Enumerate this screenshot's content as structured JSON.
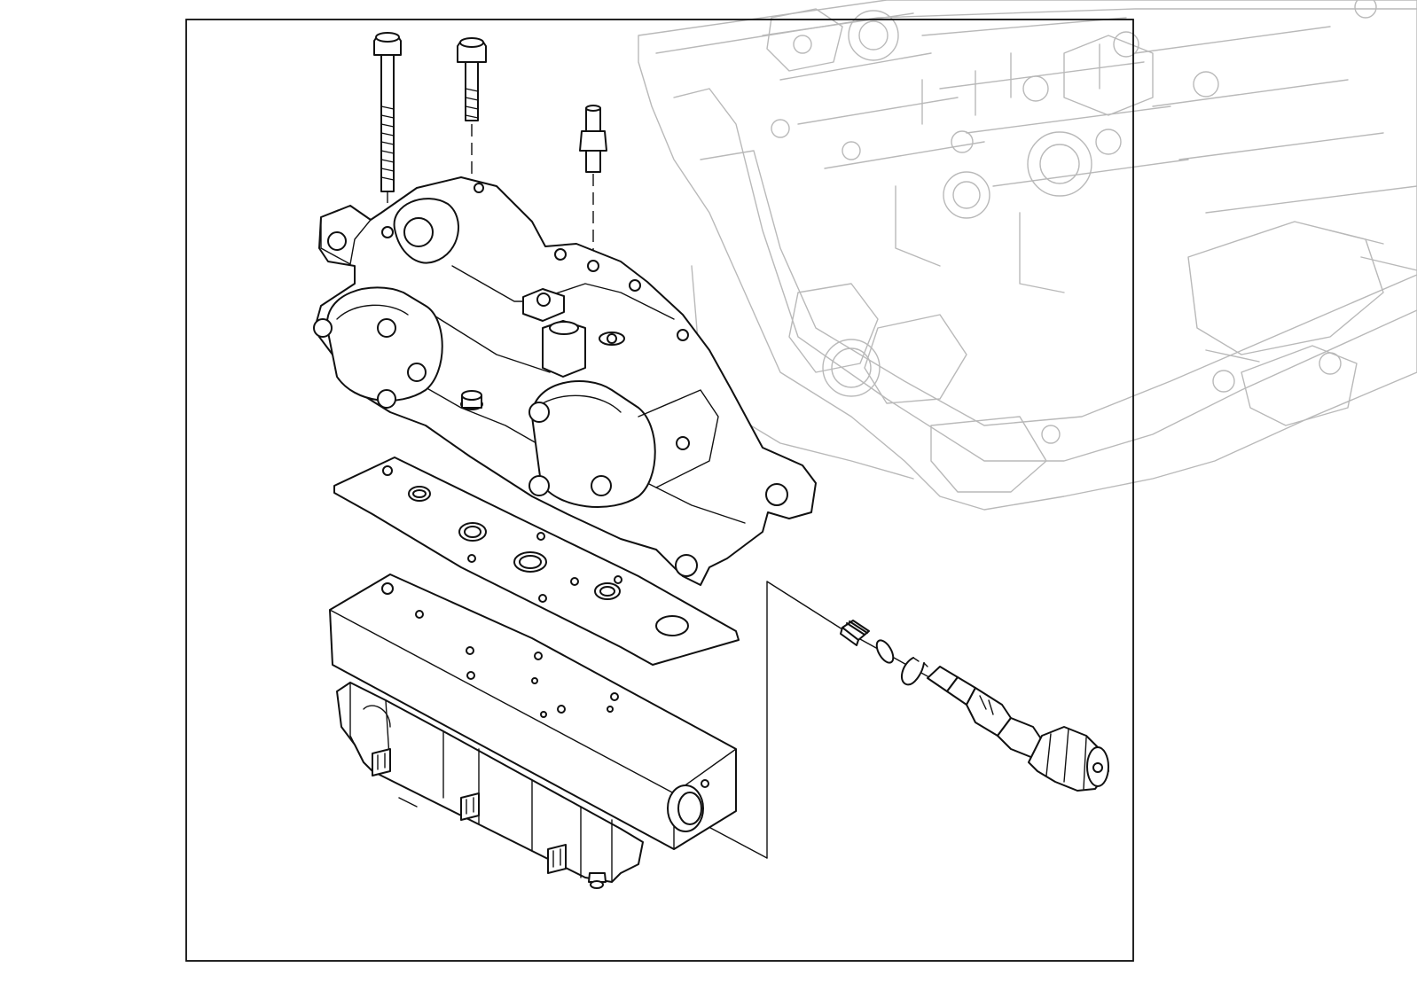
{
  "diagram": {
    "kind": "exploded parts illustration",
    "text_labels": [],
    "colors": {
      "background": "#ffffff",
      "line": "#111111",
      "ghost_line": "#b9b9b9"
    },
    "parts": [
      "long-bolt",
      "short-bolt",
      "stud",
      "pump-housing",
      "gasket-plate",
      "valve-block",
      "solenoid-unit",
      "check-valve-sleeve",
      "o-ring",
      "snap-ring",
      "pressure-sensor",
      "cylinder-head-background"
    ]
  }
}
